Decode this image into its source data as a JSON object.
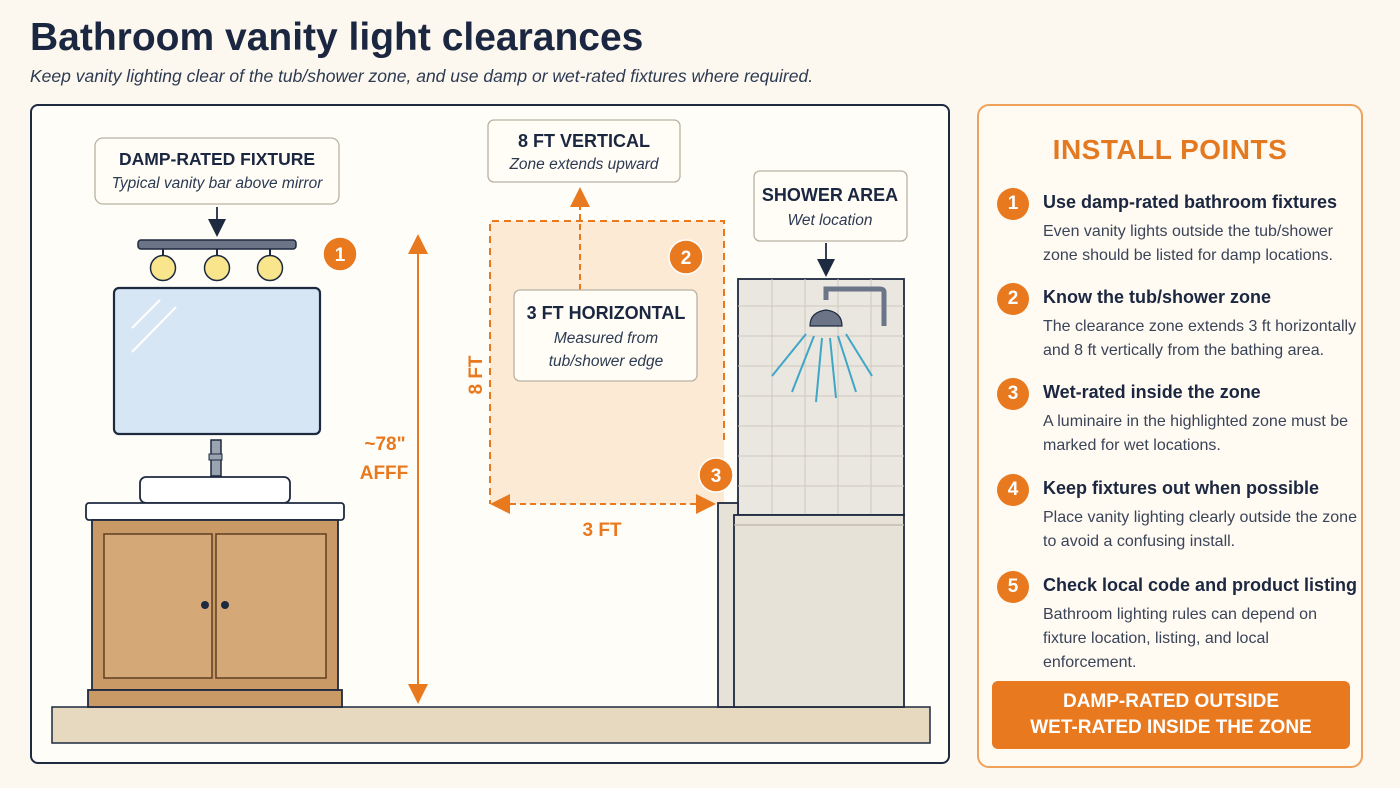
{
  "header": {
    "title": "Bathroom vanity light clearances",
    "subtitle": "Keep vanity lighting clear of the tub/shower zone, and use damp or wet-rated fixtures where required."
  },
  "diagram": {
    "fixture_callout": {
      "title": "DAMP-RATED FIXTURE",
      "subtitle": "Typical vanity bar above mirror"
    },
    "vertical_callout": {
      "title": "8 FT VERTICAL",
      "subtitle": "Zone extends upward"
    },
    "horizontal_callout": {
      "title": "3 FT HORIZONTAL",
      "line1": "Measured from",
      "line2": "tub/shower edge"
    },
    "shower_callout": {
      "title": "SHOWER AREA",
      "subtitle": "Wet location"
    },
    "height_label": {
      "line1": "~78\"",
      "line2": "AFFF"
    },
    "zone_height_label": "8 FT",
    "zone_width_label": "3 FT",
    "markers": [
      "1",
      "2",
      "3"
    ]
  },
  "sidebar": {
    "heading": "INSTALL POINTS",
    "points": [
      {
        "num": "1",
        "title": "Use damp-rated bathroom fixtures",
        "body": "Even vanity lights outside the tub/shower zone should be listed for damp locations."
      },
      {
        "num": "2",
        "title": "Know the tub/shower zone",
        "body": "The clearance zone extends 3 ft horizontally and 8 ft vertically from the bathing area."
      },
      {
        "num": "3",
        "title": "Wet-rated inside the zone",
        "body": "A luminaire in the highlighted zone must be marked for wet locations."
      },
      {
        "num": "4",
        "title": "Keep fixtures out when possible",
        "body": "Place vanity lighting clearly outside the zone to avoid a confusing install."
      },
      {
        "num": "5",
        "title": "Check local code and product listing",
        "body": "Bathroom lighting rules can depend on fixture location, listing, and local enforcement."
      }
    ],
    "banner": {
      "line1": "DAMP-RATED OUTSIDE",
      "line2": "WET-RATED INSIDE THE ZONE"
    }
  },
  "colors": {
    "accent": "#e8791f",
    "navy": "#1e2a40",
    "wood": "#c99a66",
    "zone_fill": "#fde4cc",
    "water": "#3fa6c6"
  }
}
